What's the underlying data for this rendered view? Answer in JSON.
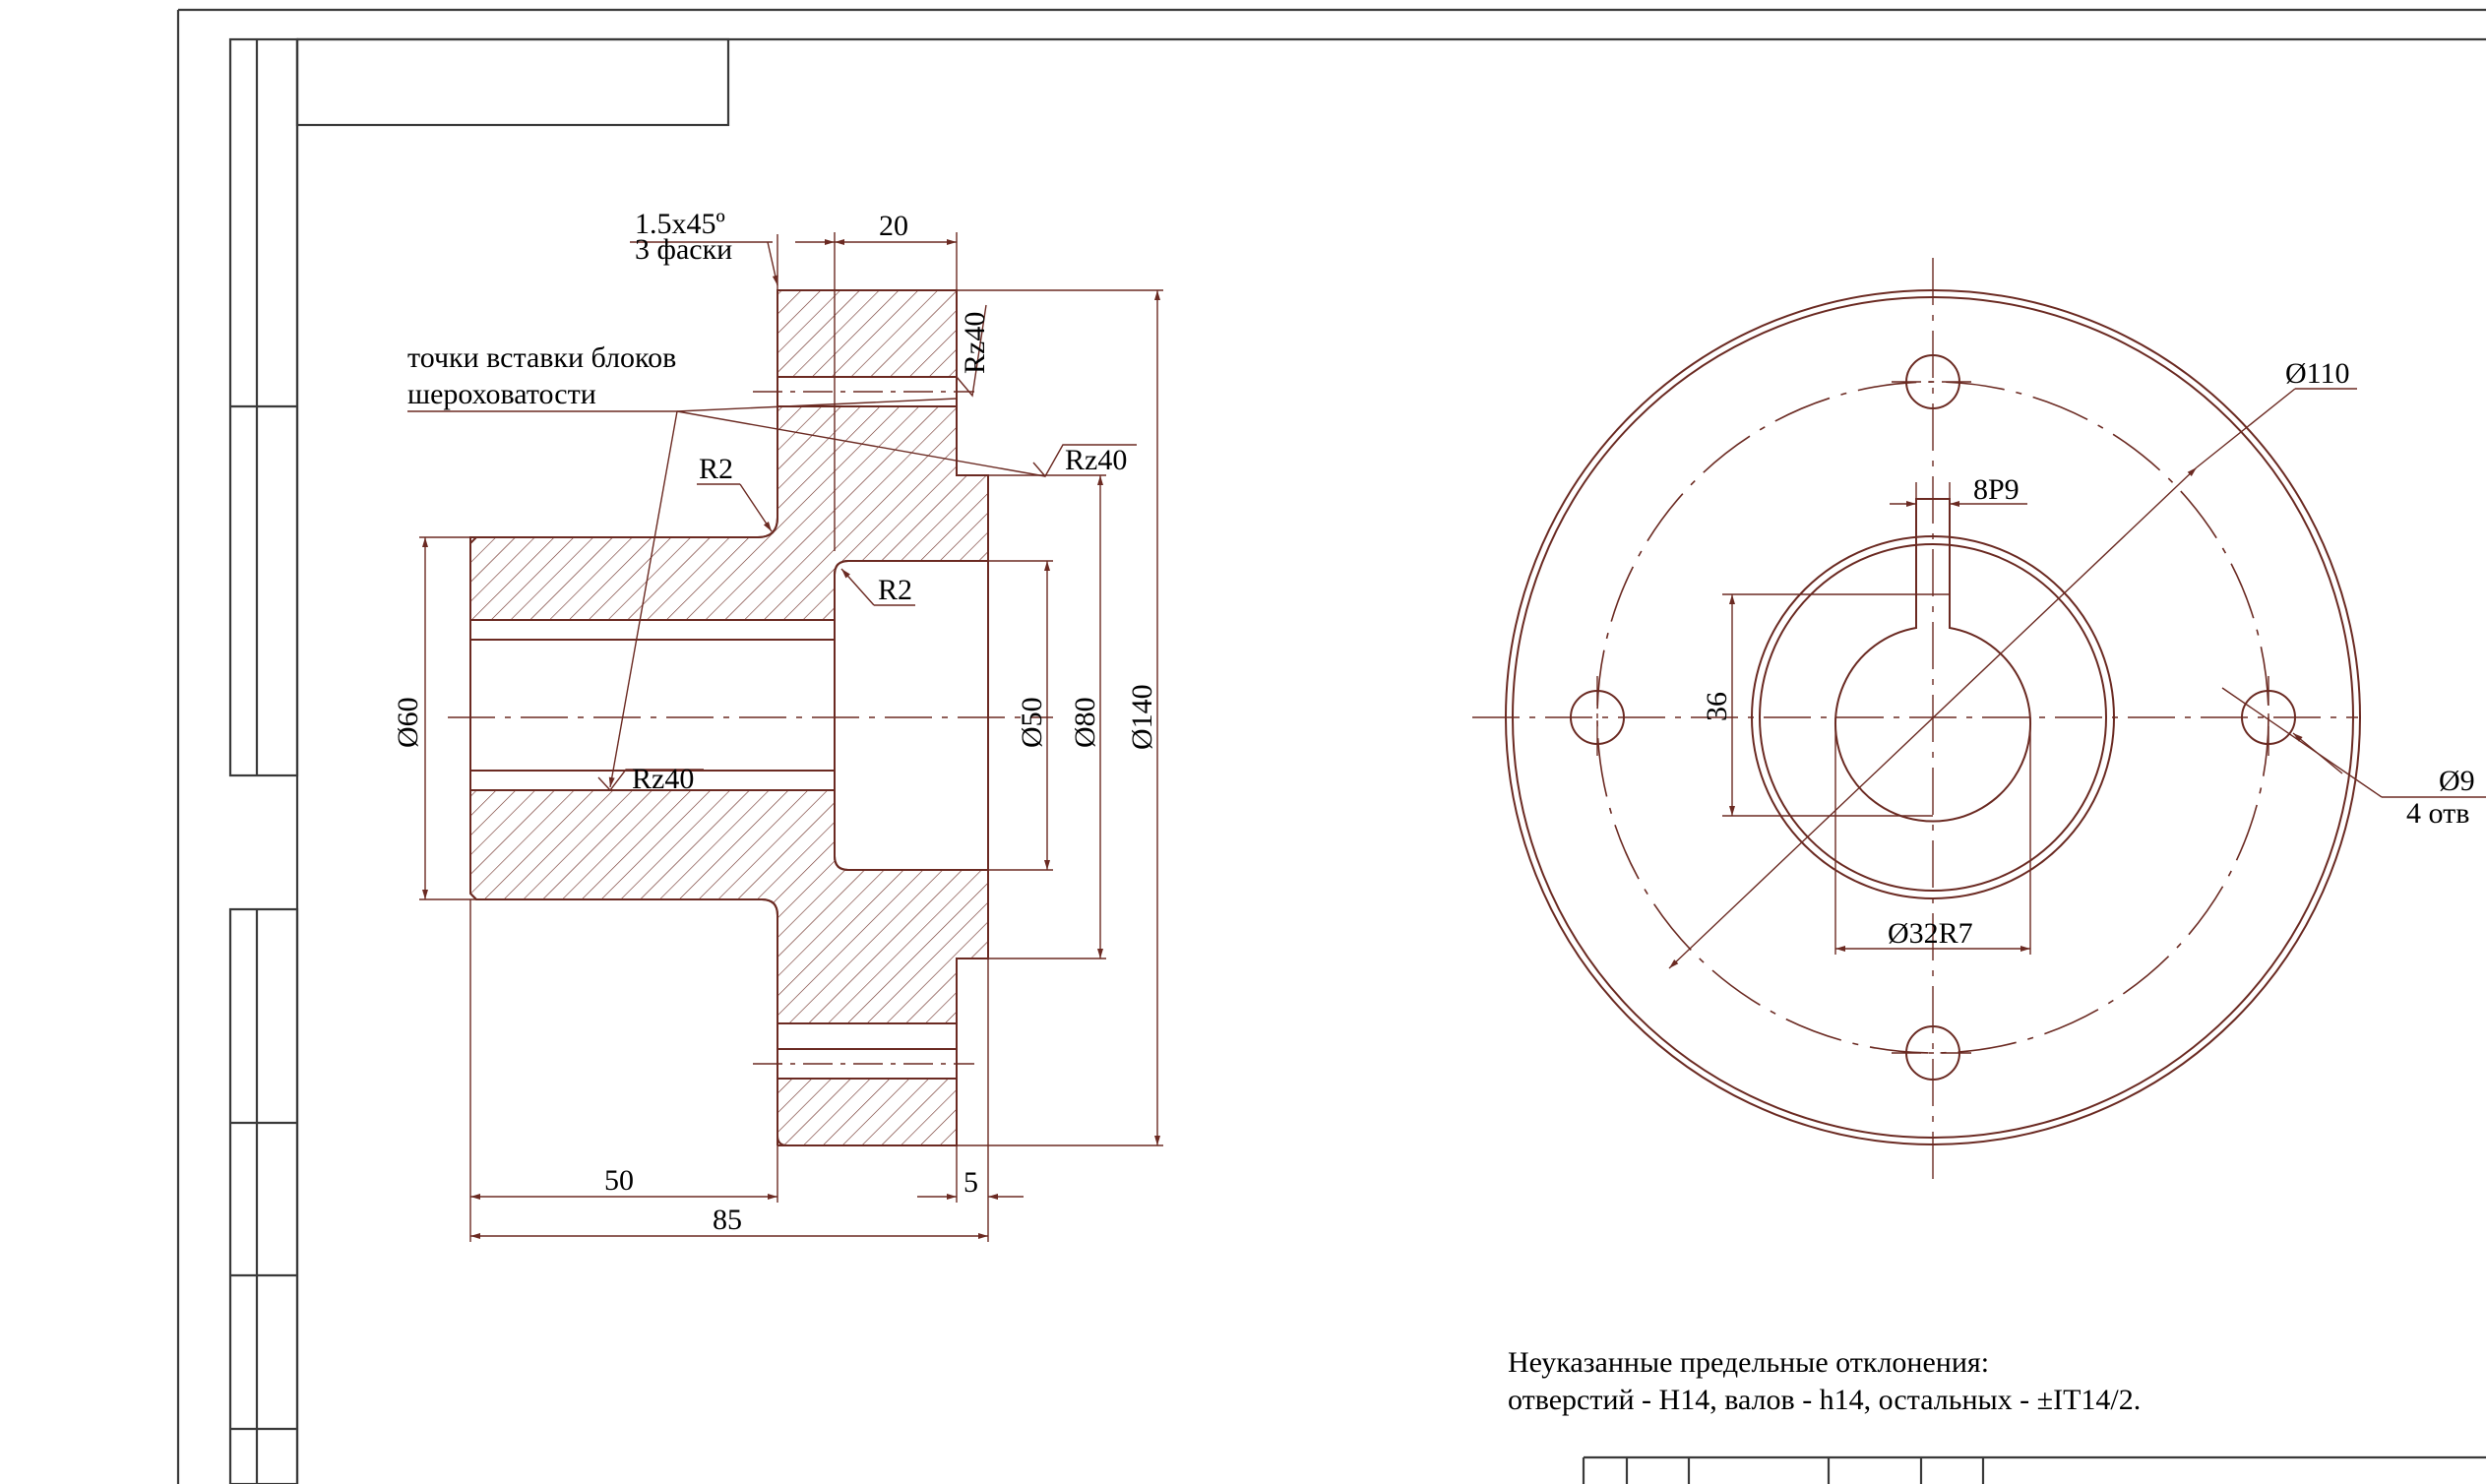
{
  "notes": {
    "chamfer": "1.5x45º",
    "chamfer_count": "3 фаски",
    "insert_points_line1": "точки вставки блоков",
    "insert_points_line2": "шероховатости",
    "tolerance_line1": "Неуказанные предельные отклонения:",
    "tolerance_line2": "отверстий - H14, валов - h14, остальных - ±IT14/2."
  },
  "section_view": {
    "dims": {
      "width_20": "20",
      "width_50": "50",
      "width_85": "85",
      "width_5": "5",
      "dia_60": "Ø60",
      "dia_50": "Ø50",
      "dia_80": "Ø80",
      "dia_140": "Ø140",
      "radius_top": "R2",
      "radius_inner": "R2"
    },
    "roughness": {
      "top": "Rz40",
      "right": "Rz40",
      "bore": "Rz40"
    }
  },
  "front_view": {
    "dims": {
      "outer_dia": "Ø110",
      "keyway_width": "8P9",
      "keyway_depth": "36",
      "bore_dia": "Ø32R7",
      "hole_dia": "Ø9",
      "hole_count": "4 отв"
    }
  },
  "colors": {
    "line": "#6b2a22",
    "frame": "#3a3a3a",
    "text": "#000000"
  }
}
